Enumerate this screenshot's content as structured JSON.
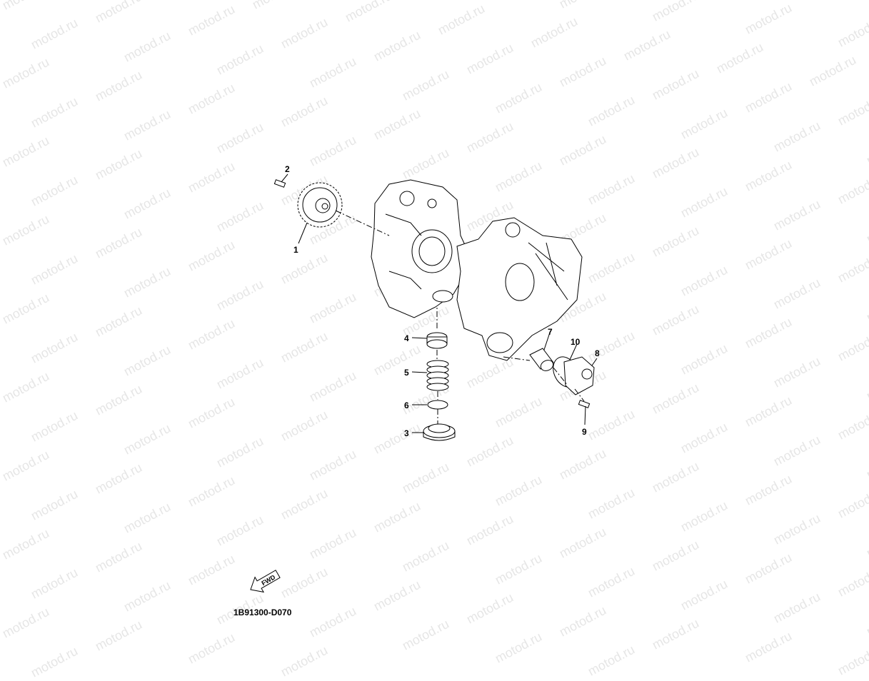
{
  "watermark": {
    "text": "motod.ru",
    "color": "#e6e6e6"
  },
  "diagram": {
    "code": "1B91300-D070",
    "fwd_label": "FWD",
    "callouts": [
      "1",
      "2",
      "3",
      "4",
      "5",
      "6",
      "7",
      "8",
      "9",
      "10"
    ]
  }
}
